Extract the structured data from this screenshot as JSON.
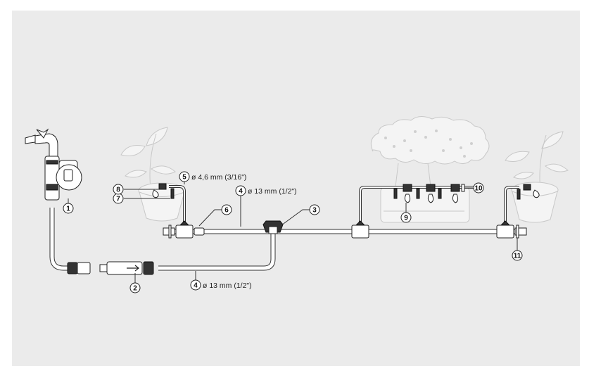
{
  "diagram": {
    "title": "Micro-drip irrigation system layout",
    "background_color": "#ebebeb",
    "line_color": "#333333",
    "callouts": [
      {
        "num": "1",
        "label": ""
      },
      {
        "num": "2",
        "label": ""
      },
      {
        "num": "3",
        "label": ""
      },
      {
        "num": "4",
        "label": "ø 13 mm (1/2\")"
      },
      {
        "num": "4",
        "label": "ø 13 mm (1/2\")"
      },
      {
        "num": "5",
        "label": "ø 4,6 mm (3/16\")"
      },
      {
        "num": "6",
        "label": ""
      },
      {
        "num": "7",
        "label": ""
      },
      {
        "num": "8",
        "label": ""
      },
      {
        "num": "9",
        "label": ""
      },
      {
        "num": "10",
        "label": ""
      },
      {
        "num": "11",
        "label": ""
      }
    ],
    "components": [
      "faucet",
      "water-timer",
      "hose-connector",
      "pressure-reducer",
      "main-pipe-13mm",
      "supply-pipe-4-6mm",
      "t-connector",
      "end-plug",
      "potted-plant-left",
      "flower-box-shrub",
      "potted-plant-right",
      "drip-heads",
      "stakes",
      "end-cap"
    ]
  }
}
